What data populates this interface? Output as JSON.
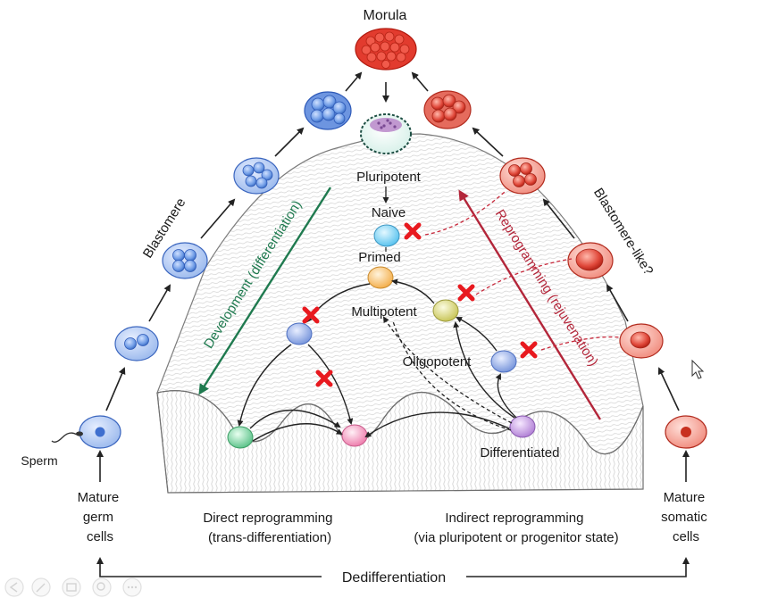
{
  "diagram": {
    "top_label": "Morula",
    "center_label": "Pluripotent",
    "states": {
      "naive": "Naive",
      "primed": "Primed",
      "multipotent": "Multipotent",
      "oligopotent": "Oligopotent",
      "differentiated": "Differentiated"
    },
    "left_side_label": "Blastomere",
    "right_side_label": "Blastomere-like?",
    "development_arrow_label": "Development (differentiation)",
    "reprogramming_arrow_label": "Reprogramming (rejuvenation)",
    "sperm_label": "Sperm",
    "germ_cells_label": [
      "Mature",
      "germ",
      "cells"
    ],
    "somatic_cells_label": [
      "Mature",
      "somatic",
      "cells"
    ],
    "direct_reprogramming": [
      "Direct reprogramming",
      "(trans-differentiation)"
    ],
    "indirect_reprogramming": [
      "Indirect reprogramming",
      "(via pluripotent or progenitor state)"
    ],
    "bottom_label": "Dedifferentiation"
  },
  "colors": {
    "development_green": "#1f7a4f",
    "reprogramming_red": "#b3263a",
    "blue_cell": "#5b8fe0",
    "red_cell": "#d8392b",
    "block_x": "#e8191f"
  },
  "icons": [
    "block-x-icon",
    "mouse-cursor-icon"
  ]
}
